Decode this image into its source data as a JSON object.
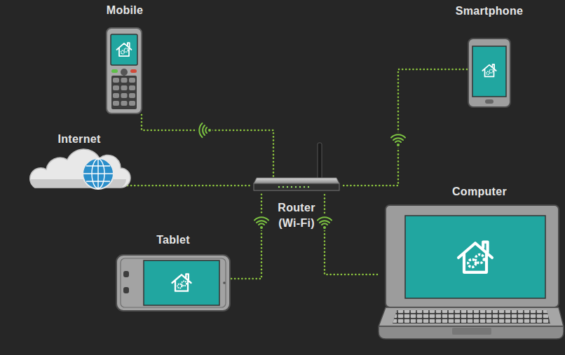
{
  "diagram": {
    "nodes": [
      {
        "text": [
          "Mobile"
        ]
      },
      {
        "text": [
          "Smartphone"
        ]
      },
      {
        "text": [
          "Internet"
        ]
      },
      {
        "text": [
          "Router (Wi-Fi)"
        ]
      },
      {
        "text": [
          "Tablet"
        ]
      },
      {
        "text": [
          "Computer"
        ]
      }
    ],
    "edges": [
      {
        "from": 0,
        "to": 3,
        "arrow": "none"
      },
      {
        "from": 1,
        "to": 3,
        "arrow": "none"
      },
      {
        "from": 2,
        "to": 3,
        "arrow": "none"
      },
      {
        "from": 4,
        "to": 3,
        "arrow": "none"
      },
      {
        "from": 5,
        "to": 3,
        "arrow": "none"
      }
    ]
  }
}
